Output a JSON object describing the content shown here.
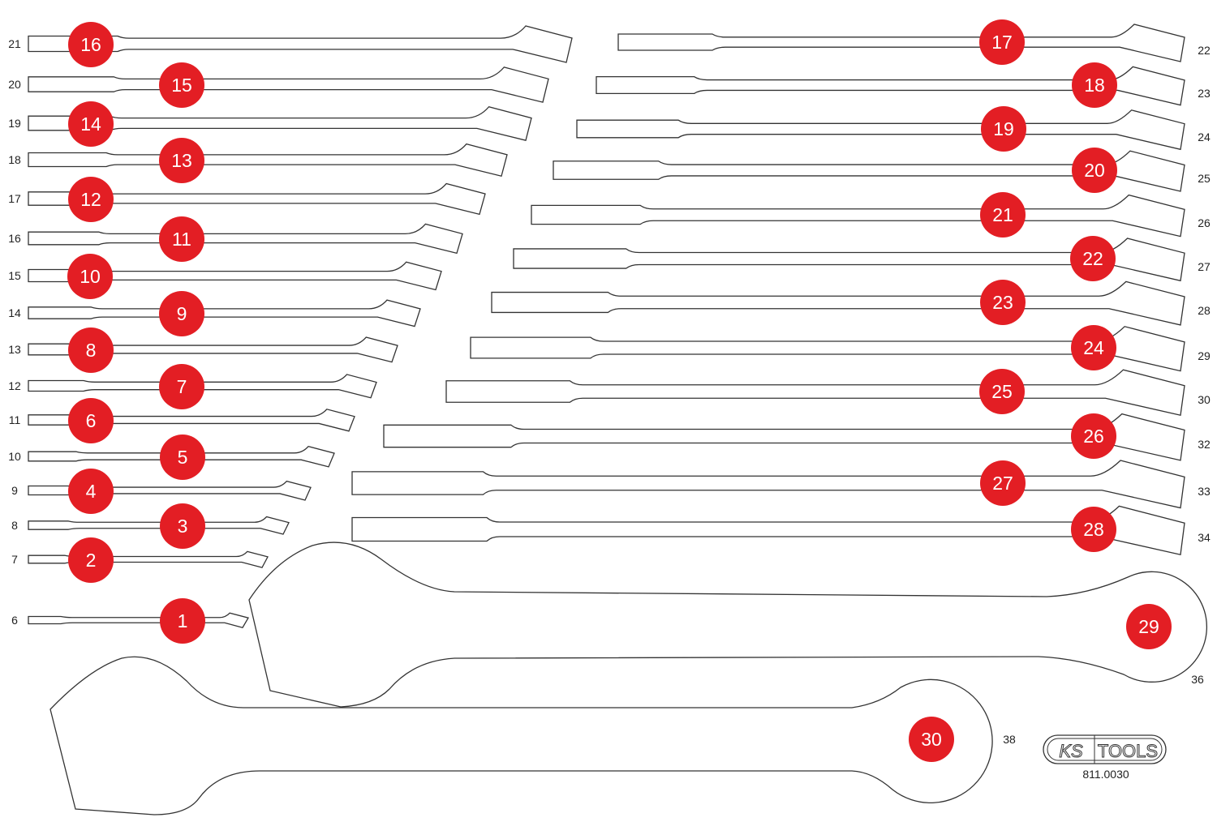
{
  "colors": {
    "badge": "#E31E24",
    "outline": "#333333"
  },
  "left_tools": [
    {
      "badge": "1",
      "size": "6"
    },
    {
      "badge": "2",
      "size": "7"
    },
    {
      "badge": "3",
      "size": "8"
    },
    {
      "badge": "4",
      "size": "9"
    },
    {
      "badge": "5",
      "size": "10"
    },
    {
      "badge": "6",
      "size": "11"
    },
    {
      "badge": "7",
      "size": "12"
    },
    {
      "badge": "8",
      "size": "13"
    },
    {
      "badge": "9",
      "size": "14"
    },
    {
      "badge": "10",
      "size": "15"
    },
    {
      "badge": "11",
      "size": "16"
    },
    {
      "badge": "12",
      "size": "17"
    },
    {
      "badge": "13",
      "size": "18"
    },
    {
      "badge": "14",
      "size": "19"
    },
    {
      "badge": "15",
      "size": "20"
    },
    {
      "badge": "16",
      "size": "21"
    }
  ],
  "right_tools": [
    {
      "badge": "17",
      "size": "22"
    },
    {
      "badge": "18",
      "size": "23"
    },
    {
      "badge": "19",
      "size": "24"
    },
    {
      "badge": "20",
      "size": "25"
    },
    {
      "badge": "21",
      "size": "26"
    },
    {
      "badge": "22",
      "size": "27"
    },
    {
      "badge": "23",
      "size": "28"
    },
    {
      "badge": "24",
      "size": "29"
    },
    {
      "badge": "25",
      "size": "30"
    },
    {
      "badge": "26",
      "size": "32"
    },
    {
      "badge": "27",
      "size": "33"
    },
    {
      "badge": "28",
      "size": "34"
    }
  ],
  "large_tools": [
    {
      "badge": "29",
      "size": "36"
    },
    {
      "badge": "30",
      "size": "38"
    }
  ],
  "logo": {
    "brand": "KS TOOLS",
    "part_number": "811.0030"
  }
}
